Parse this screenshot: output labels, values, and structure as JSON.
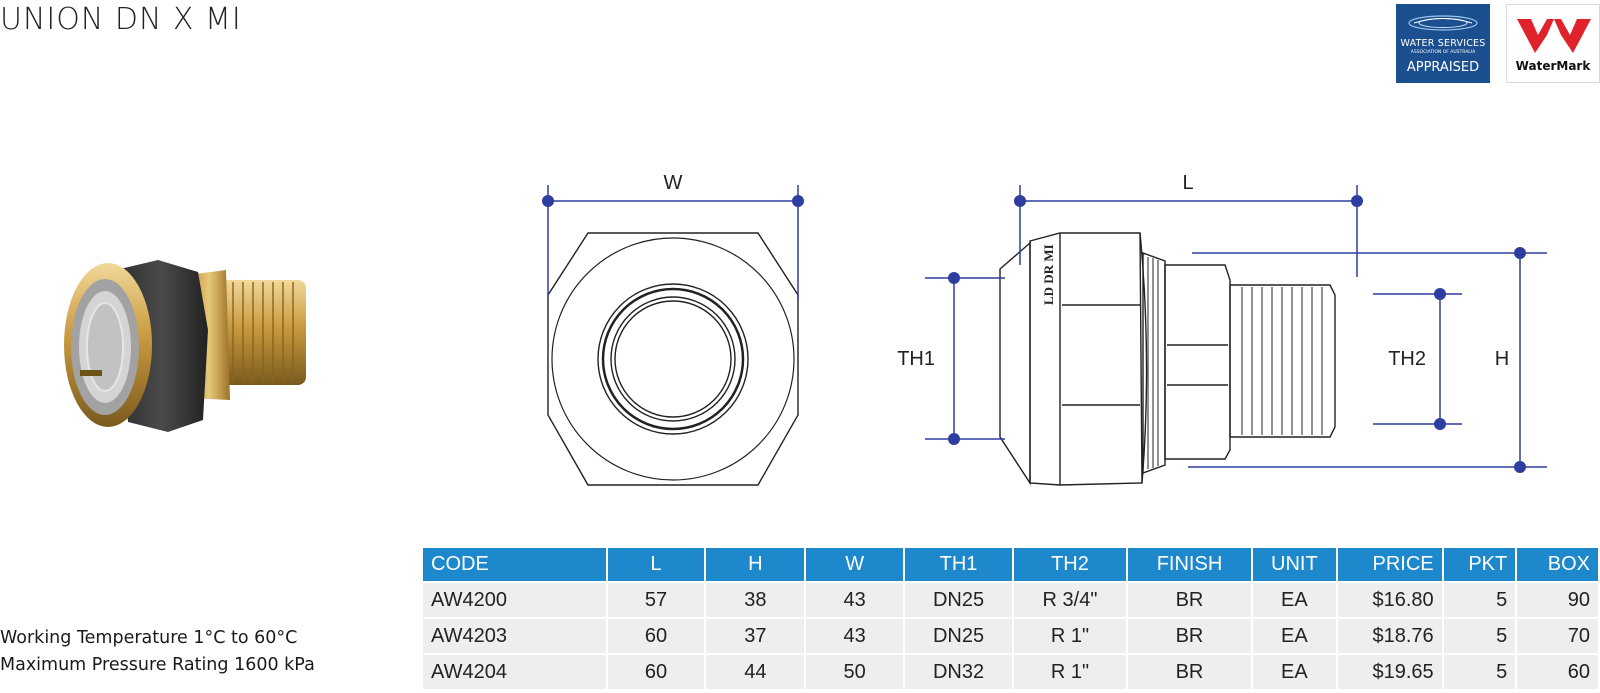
{
  "title": "UNION DN X MI",
  "logos": {
    "wsaa": {
      "line1": "WATER SERVICES",
      "line2": "ASSOCIATION OF AUSTRALIA",
      "line3": "APPRAISED",
      "bg": "#1c4f8f"
    },
    "watermark": {
      "text": "WaterMark",
      "color": "#e0232b"
    }
  },
  "drawing": {
    "labels": {
      "w": "W",
      "l": "L",
      "th1": "TH1",
      "th2": "TH2",
      "h": "H",
      "engraving": "LD DR MI"
    },
    "dimension_color": "#2d3e9f"
  },
  "specs": {
    "line1": "Working Temperature 1°C to 60°C",
    "line2": "Maximum Pressure Rating  1600 kPa"
  },
  "table": {
    "header_color": "#1e88cc",
    "columns": [
      "CODE",
      "L",
      "H",
      "W",
      "TH1",
      "TH2",
      "FINISH",
      "UNIT",
      "PRICE",
      "PKT",
      "BOX"
    ],
    "rows": [
      [
        "AW4200",
        "57",
        "38",
        "43",
        "DN25",
        "R 3/4\"",
        "BR",
        "EA",
        "$16.80",
        "5",
        "90"
      ],
      [
        "AW4203",
        "60",
        "37",
        "43",
        "DN25",
        "R 1\"",
        "BR",
        "EA",
        "$18.76",
        "5",
        "70"
      ],
      [
        "AW4204",
        "60",
        "44",
        "50",
        "DN32",
        "R 1\"",
        "BR",
        "EA",
        "$19.65",
        "5",
        "60"
      ]
    ]
  }
}
